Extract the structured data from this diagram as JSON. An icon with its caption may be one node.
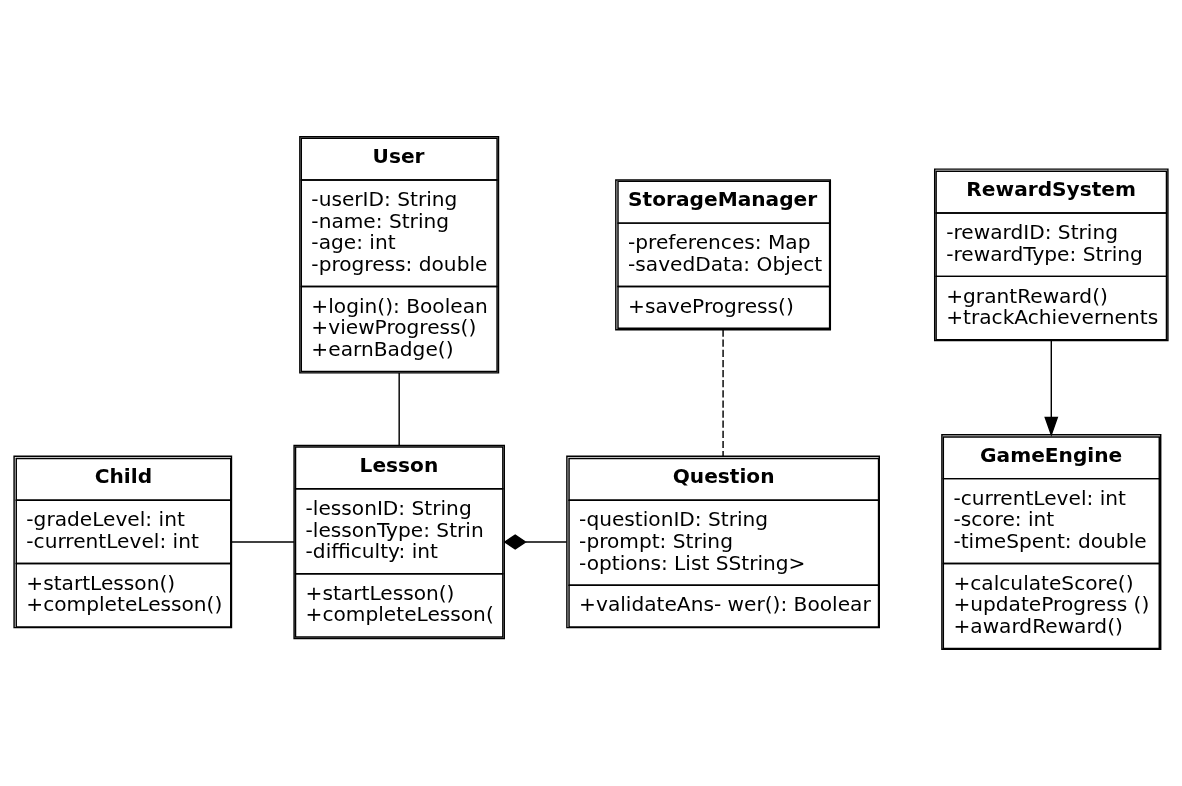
{
  "diagram": {
    "nodes": [
      {
        "text": [
          "User",
          "-userID: String",
          "-name: String",
          "-age: int",
          "-progress: double",
          "+login(): Boolean",
          "+viewProgress()",
          "+earnBadge()"
        ]
      },
      {
        "text": [
          "GameEngine",
          "-currentLevel: int",
          "-score: int",
          "-timeSpent: double",
          "+calculateScore()",
          "+updateProgress ()",
          "+awardReward()"
        ]
      },
      {
        "text": [
          "Child",
          "-gradeLevel: int",
          "-currentLevel: int",
          "+startLesson()",
          "+completeLesson()"
        ]
      },
      {
        "text": [
          "Lesson",
          "-lessonID: String",
          "-lessonType: Strin",
          "-difficulty: int",
          "+startLesson()",
          "+completeLesson("
        ]
      },
      {
        "text": [
          "Question",
          "-questionID: String",
          "-prompt: String",
          "-options: List SString>",
          "+validateAns- wer(): Boolear"
        ]
      },
      {
        "text": [
          "RewardSystem",
          "-rewardID: String",
          "-rewardType: String",
          "+grantReward()",
          "+trackAchievernents"
        ]
      },
      {
        "text": [
          "StorageManager",
          "-preferences: Map",
          "-savedData: Object",
          "+saveProgress()"
        ]
      }
    ],
    "edges": [
      {
        "from": 0,
        "to": 3,
        "arrow": "none"
      },
      {
        "from": 2,
        "to": 3,
        "arrow": "none"
      },
      {
        "from": 3,
        "to": 4,
        "arrow": "other"
      },
      {
        "from": 5,
        "to": 1,
        "arrow": "to"
      },
      {
        "from": 6,
        "to": 4,
        "arrow": "none",
        "style": "dashed"
      }
    ]
  }
}
